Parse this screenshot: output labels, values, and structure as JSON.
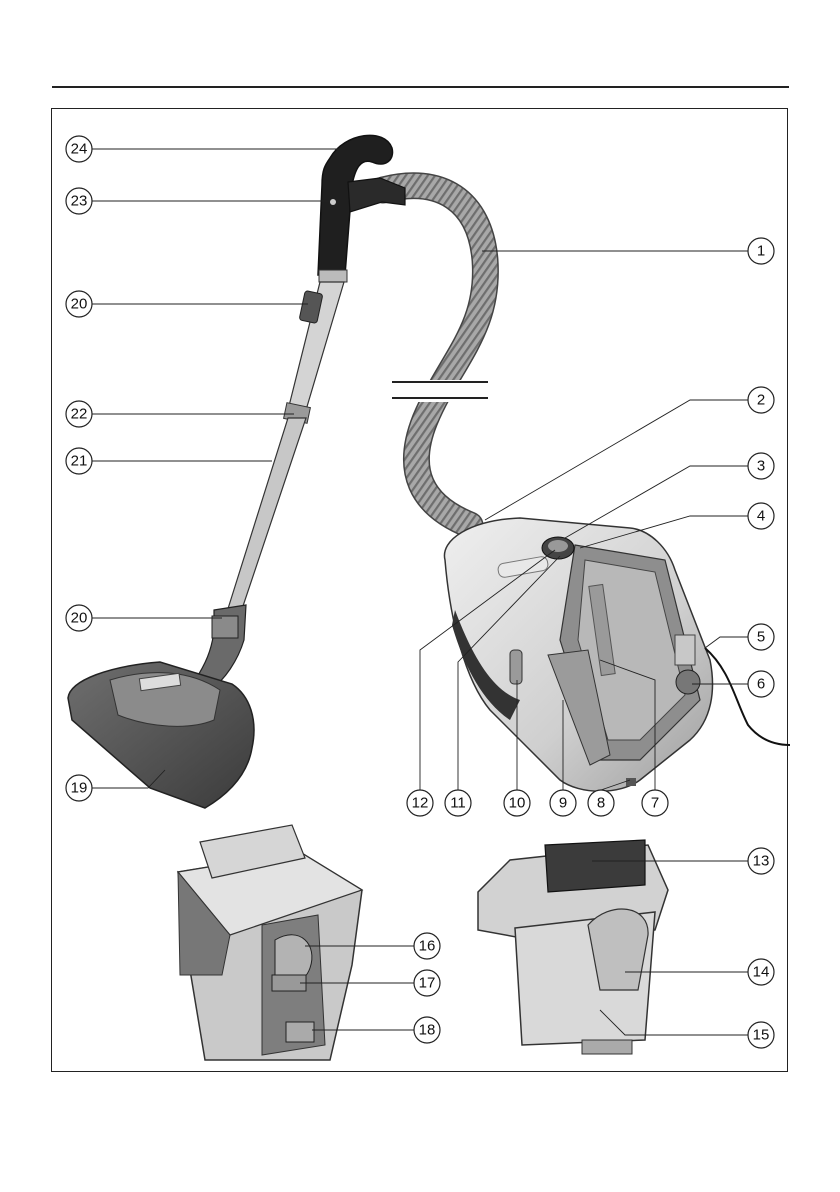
{
  "colors": {
    "line": "#222222",
    "body_light": "#d8d8d8",
    "body_mid": "#a9a9a9",
    "body_dark": "#4a4a4a",
    "hose": "#9b9b9b",
    "handle": "#1e1e1e"
  },
  "callouts": [
    {
      "id": "c24",
      "label": "24"
    },
    {
      "id": "c23",
      "label": "23"
    },
    {
      "id": "c20a",
      "label": "20"
    },
    {
      "id": "c22",
      "label": "22"
    },
    {
      "id": "c21",
      "label": "21"
    },
    {
      "id": "c20b",
      "label": "20"
    },
    {
      "id": "c19",
      "label": "19"
    },
    {
      "id": "c1",
      "label": "1"
    },
    {
      "id": "c2",
      "label": "2"
    },
    {
      "id": "c3",
      "label": "3"
    },
    {
      "id": "c4",
      "label": "4"
    },
    {
      "id": "c5",
      "label": "5"
    },
    {
      "id": "c6",
      "label": "6"
    },
    {
      "id": "c12",
      "label": "12"
    },
    {
      "id": "c11",
      "label": "11"
    },
    {
      "id": "c10",
      "label": "10"
    },
    {
      "id": "c9",
      "label": "9"
    },
    {
      "id": "c8",
      "label": "8"
    },
    {
      "id": "c7",
      "label": "7"
    },
    {
      "id": "c13",
      "label": "13"
    },
    {
      "id": "c14",
      "label": "14"
    },
    {
      "id": "c15",
      "label": "15"
    },
    {
      "id": "c16",
      "label": "16"
    },
    {
      "id": "c17",
      "label": "17"
    },
    {
      "id": "c18",
      "label": "18"
    }
  ]
}
